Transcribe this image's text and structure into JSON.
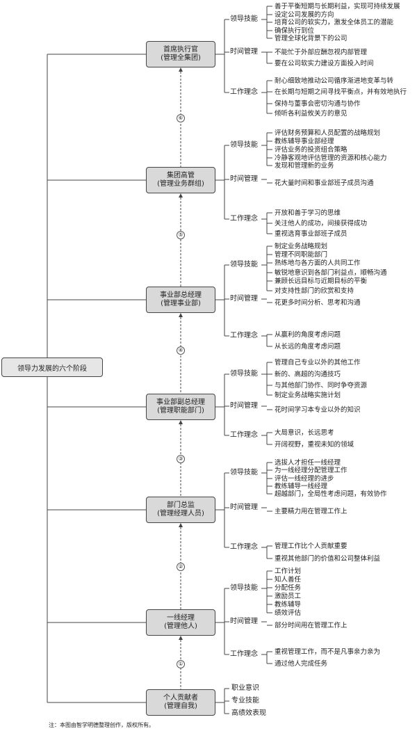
{
  "root_label": "领导力发展的六个阶段",
  "note": "注：本图由智学明德整理创作，版权所有。",
  "category_labels": {
    "skills": "领导技能",
    "time": "时间管理",
    "values": "工作理念"
  },
  "stages": [
    {
      "number": "⑥",
      "title": "首席执行官",
      "subtitle": "(管理全集团)",
      "skills": [
        "善于平衡短期与长期利益，实现可持续发展",
        "设定公司发展的方向",
        "培育公司的软实力，激发全体员工的潜能",
        "确保执行到位",
        "管理全球化背景下的公司"
      ],
      "time": [
        "不能忙于外部应酬忽视内部管理",
        "要在公司软实力建设方面投入时间"
      ],
      "values": [
        "耐心细致地推动公司循序渐进地变革与转",
        "在长期与短期之间寻找平衡点，并有效地执行",
        "保持与董事会密切沟通与协作",
        "倾听各利益攸关方的意见"
      ]
    },
    {
      "number": "⑤",
      "title": "集团高管",
      "subtitle": "(管理业务群组)",
      "skills": [
        "评估财务预算和人员配置的战略规划",
        "教练辅导事业部经理",
        "评估业务的投资组合策略",
        "冷静客观地评估管理的资源和核心能力",
        "发现和管理新的业务"
      ],
      "time": [
        "花大量时间和事业部班子成员沟通"
      ],
      "values": [
        "开放和善于学习的思维",
        "关注他人的成功，间接获得成功",
        "重视选育事业部班子成员"
      ]
    },
    {
      "number": "④",
      "title": "事业部总经理",
      "subtitle": "(管理事业部)",
      "skills": [
        "制定业务战略规划",
        "管理不同职能部门",
        "熟练地与各方面的人共同工作",
        "敏锐地意识到各部门利益点，顺畅沟通",
        "兼顾长远目标与近期目标的平衡",
        "对支持性部门的欣赏和支持"
      ],
      "time": [
        "花更多时间分析、思考和沟通"
      ],
      "values": [
        "从赢利的角度考虑问题",
        "从长远的角度考虑问题"
      ]
    },
    {
      "number": "③",
      "title": "事业部副总经理",
      "subtitle": "(管理职能部门)",
      "skills": [
        "管理自己专业以外的其他工作",
        "新的、高超的沟通技巧",
        "与其他部门协作、同时争夺资源",
        "制定业务战略实施计划"
      ],
      "time": [
        "花时间学习本专业以外的知识"
      ],
      "values": [
        "大局意识，长远思考",
        "开阔视野，重视未知的领域"
      ]
    },
    {
      "number": "②",
      "title": "部门总监",
      "subtitle": "(管理经理人员)",
      "skills": [
        "选拔人才担任一线经理",
        "为一线经理分配管理工作",
        "评估一线经理的进步",
        "教练辅导一线经理",
        "超越部门，全局性考虑问题，有效协作"
      ],
      "time": [
        "主要精力用在管理工作上"
      ],
      "values": [
        "管理工作比个人贡献重要",
        "重视其他部门的价值和公司整体利益"
      ]
    },
    {
      "number": "①",
      "title": "一线经理",
      "subtitle": "(管理他人)",
      "skills": [
        "工作计划",
        "知人善任",
        "分配任务",
        "激励员工",
        "教练辅导",
        "绩效评估"
      ],
      "time": [
        "部分时间用在管理工作上"
      ],
      "values": [
        "重视管理工作，而不是凡事亲力亲为",
        "通过他人完成任务"
      ]
    },
    {
      "title": "个人贡献者",
      "subtitle": "(管理自我)",
      "items": [
        "职业意识",
        "专业技能",
        "高绩效表现"
      ]
    }
  ]
}
